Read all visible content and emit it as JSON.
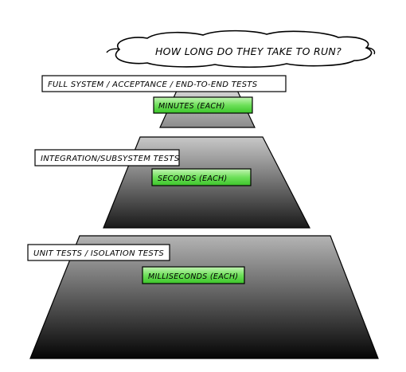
{
  "question": "HOW LONG DO THEY TAKE TO RUN?",
  "colors": {
    "tier_top": "#d9d9d9",
    "tier_bottom": "#0a0a0a",
    "outline": "#000000",
    "label_bg": "#ffffff",
    "badge_green_light": "#b6f0a6",
    "badge_green": "#52d63e"
  },
  "tiers": [
    {
      "name": "FULL SYSTEM / ACCEPTANCE / END-TO-END TESTS",
      "duration": "MINUTES (EACH)"
    },
    {
      "name": "INTEGRATION/SUBSYSTEM TESTS",
      "duration": "SECONDS (EACH)"
    },
    {
      "name": "UNIT TESTS / ISOLATION TESTS",
      "duration": "MILLISECONDS (EACH)"
    }
  ]
}
